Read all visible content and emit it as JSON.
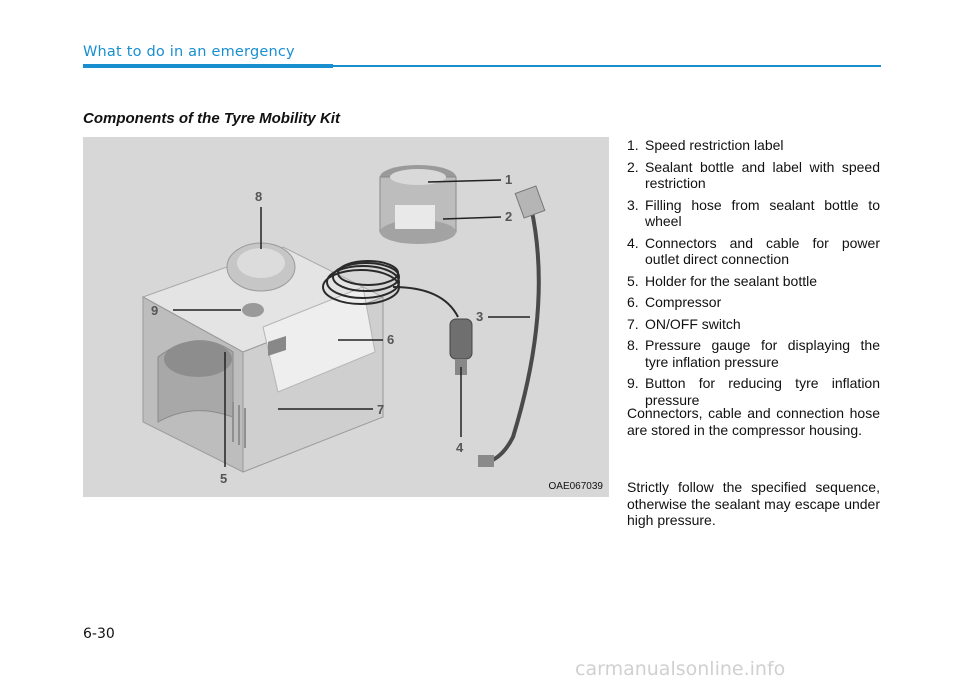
{
  "header": {
    "section_title": "What to do in an emergency"
  },
  "subtitle": "Components of the Tyre Mobility Kit",
  "figure": {
    "code": "OAE067039",
    "callouts": [
      "1",
      "2",
      "3",
      "4",
      "5",
      "6",
      "7",
      "8",
      "9"
    ]
  },
  "components": [
    {
      "num": "1.",
      "text": "Speed restriction label"
    },
    {
      "num": "2.",
      "text": "Sealant bottle and label with speed restriction"
    },
    {
      "num": "3.",
      "text": "Filling hose from sealant bottle to wheel"
    },
    {
      "num": "4.",
      "text": "Connectors and cable for power outlet direct connection"
    },
    {
      "num": "5.",
      "text": "Holder for the sealant bottle"
    },
    {
      "num": "6.",
      "text": "Compressor"
    },
    {
      "num": "7.",
      "text": "ON/OFF switch"
    },
    {
      "num": "8.",
      "text": "Pressure gauge for displaying the tyre inflation pressure"
    },
    {
      "num": "9.",
      "text": "Button for reducing tyre inflation pressure"
    }
  ],
  "paragraphs": [
    "Connectors, cable and connection hose are stored in the compressor housing.",
    "Strictly follow the specified sequence, otherwise the sealant may escape under high pressure."
  ],
  "page_number": "6-30",
  "watermark": "carmanualsonline.info"
}
